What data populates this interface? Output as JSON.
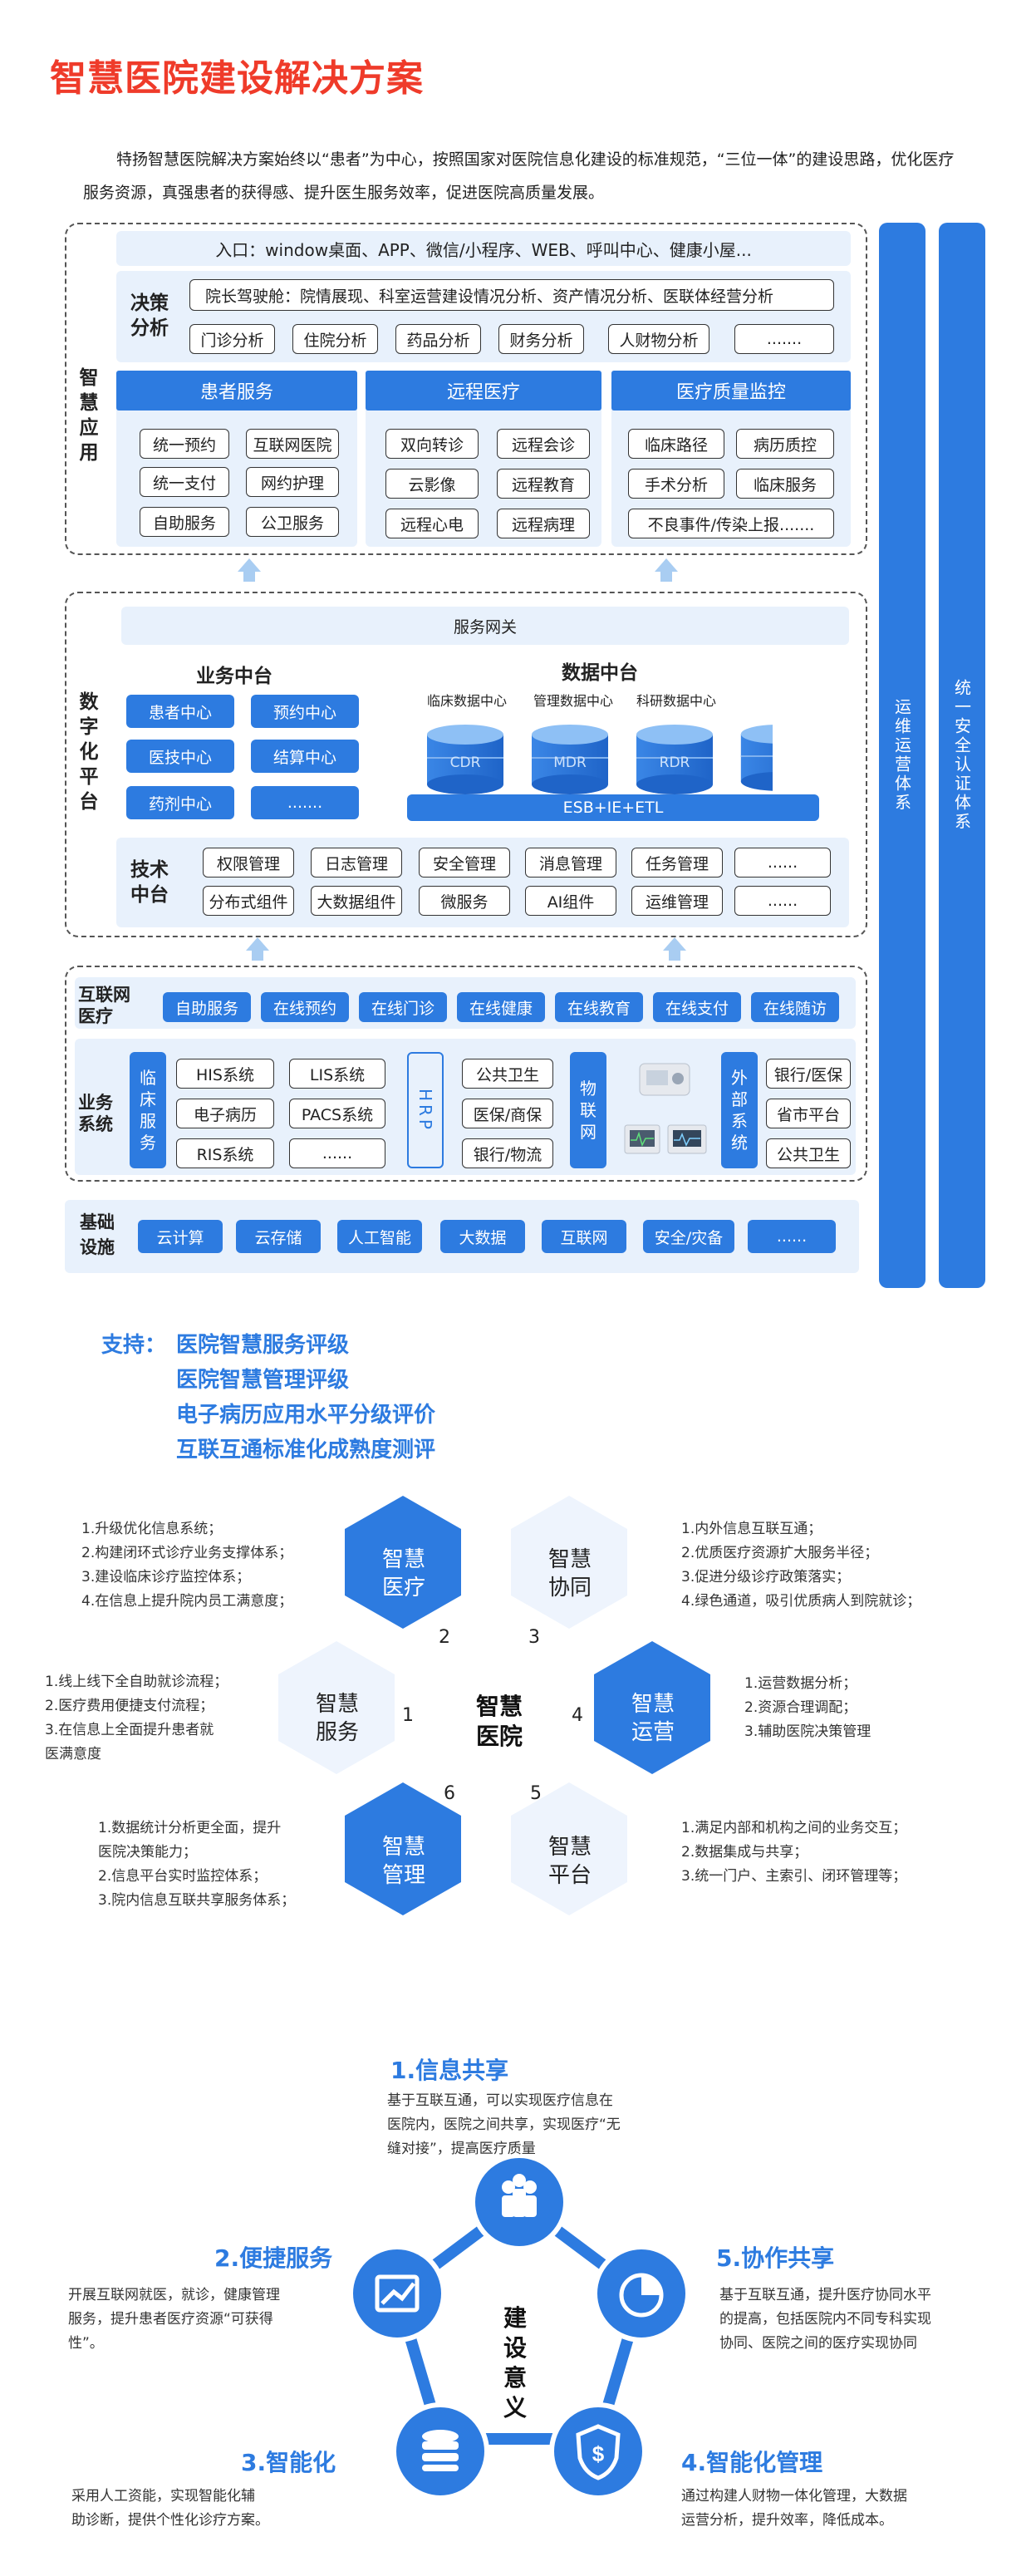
{
  "title": "智慧医院建设解决方案",
  "intro": "特扬智慧医院解决方案始终以“患者”为中心，按照国家对医院信息化建设的标准规范，“三位一体”的建设思路，优化医疗服务资源，真强患者的获得感、提升医生服务效率，促进医院高质量发展。",
  "smart_app": {
    "label": "智慧应用",
    "entry": "入口：window桌面、APP、微信/小程序、WEB、呼叫中心、健康小屋...",
    "decision_label": "决策分析",
    "cockpit": "院长驾驶舱：院情展现、科室运营建设情况分析、资产情况分析、医联体经营分析",
    "decision_items": [
      "门诊分析",
      "住院分析",
      "药品分析",
      "财务分析",
      "人财物分析",
      "......."
    ],
    "columns": [
      {
        "head": "患者服务",
        "items": [
          "统一预约",
          "互联网医院",
          "统一支付",
          "网约护理",
          "自助服务",
          "公卫服务"
        ]
      },
      {
        "head": "远程医疗",
        "items": [
          "双向转诊",
          "远程会诊",
          "云影像",
          "远程教育",
          "远程心电",
          "远程病理"
        ]
      },
      {
        "head": "医疗质量监控",
        "items": [
          "临床路径",
          "病历质控",
          "手术分析",
          "临床服务",
          "不良事件/传染上报......."
        ]
      }
    ]
  },
  "digital_platform": {
    "label": "数字化平台",
    "gateway": "服务网关",
    "business_title": "业务中台",
    "business_items": [
      "患者中心",
      "预约中心",
      "医技中心",
      "结算中心",
      "药剂中心",
      "......."
    ],
    "data_title": "数据中台",
    "data_centers": [
      {
        "label": "临床数据中心",
        "code": "CDR"
      },
      {
        "label": "管理数据中心",
        "code": "MDR"
      },
      {
        "label": "科研数据中心",
        "code": "RDR"
      },
      {
        "label": "",
        "code": ""
      }
    ],
    "esb": "ESB+IE+ETL",
    "tech_label": "技术中台",
    "tech_items": [
      "权限管理",
      "日志管理",
      "安全管理",
      "消息管理",
      "任务管理",
      "......",
      "分布式组件",
      "大数据组件",
      "微服务",
      "AI组件",
      "运维管理",
      "......"
    ]
  },
  "business": {
    "internet_label": "互联网医疗",
    "internet_items": [
      "自助服务",
      "在线预约",
      "在线门诊",
      "在线健康",
      "在线教育",
      "在线支付",
      "在线随访"
    ],
    "system_label": "业务系统",
    "clinical_label": "临床服务",
    "clinical_items": [
      "HIS系统",
      "LIS系统",
      "电子病历",
      "PACS系统",
      "RIS系统",
      "......"
    ],
    "hrp_label": "HRP",
    "hrp_items": [
      "公共卫生",
      "医保/商保",
      "银行/物流"
    ],
    "iot_label": "物联网",
    "external_label": "外部系统",
    "external_items": [
      "银行/医保",
      "省市平台",
      "公共卫生"
    ]
  },
  "infra": {
    "label": "基础设施",
    "items": [
      "云计算",
      "云存储",
      "人工智能",
      "大数据",
      "互联网",
      "安全/灾备",
      "......"
    ]
  },
  "side_bars": [
    "运维运营体系",
    "统一安全认证体系"
  ],
  "support_prefix": "支持：",
  "support_items": [
    "医院智慧服务评级",
    "医院智慧管理评级",
    "电子病历应用水平分级评价",
    "互联互通标准化成熟度测评"
  ],
  "hex": {
    "center": "智慧医院",
    "cells": [
      {
        "name": "智慧医疗",
        "num": "2"
      },
      {
        "name": "智慧协同",
        "num": "3"
      },
      {
        "name": "智慧服务",
        "num": "1"
      },
      {
        "name": "智慧运营",
        "num": "4"
      },
      {
        "name": "智慧管理",
        "num": "6"
      },
      {
        "name": "智慧平台",
        "num": "5"
      }
    ],
    "texts": {
      "medical": [
        "1.升级优化信息系统；",
        "2.构建闭环式诊疗业务支撑体系；",
        "3.建设临床诊疗监控体系；",
        "4.在信息上提升院内员工满意度；"
      ],
      "collab": [
        "1.内外信息互联互通；",
        "2.优质医疗资源扩大服务半径；",
        "3.促进分级诊疗政策落实；",
        "4.绿色通道，吸引优质病人到院就诊；"
      ],
      "service": [
        "1.线上线下全自助就诊流程；",
        "2.医疗费用便捷支付流程；",
        "3.在信息上全面提升患者就",
        "医满意度"
      ],
      "ops": [
        "1.运营数据分析；",
        "2.资源合理调配；",
        "3.辅助医院决策管理"
      ],
      "mgmt": [
        "1.数据统计分析更全面，提升",
        "医院决策能力；",
        "2.信息平台实时监控体系；",
        "3.院内信息互联共享服务体系；"
      ],
      "platform": [
        "1.满足内部和机构之间的业务交互；",
        "2.数据集成与共享；",
        "3.统一门户、主索引、闭环管理等；"
      ]
    }
  },
  "significance": {
    "center": "建设意义",
    "items": [
      {
        "title": "1.信息共享",
        "lines": [
          "基于互联互通，可以实现医疗信息在",
          "医院内，医院之间共享，实现医疗“无",
          "缝对接”，提高医疗质量"
        ]
      },
      {
        "title": "2.便捷服务",
        "lines": [
          "开展互联网就医，就诊，健康管理",
          "服务，提升患者医疗资源“可获得",
          "性”。"
        ]
      },
      {
        "title": "5.协作共享",
        "lines": [
          "基于互联互通，提升医疗协同水平",
          "的提高，包括医院内不同专科实现",
          "协同、医院之间的医疗实现协同"
        ]
      },
      {
        "title": "3.智能化",
        "lines": [
          "采用人工资能，实现智能化辅",
          "助诊断，提供个性化诊疗方案。"
        ]
      },
      {
        "title": "4.智能化管理",
        "lines": [
          "通过构建人财物一体化管理，大数据",
          "运营分析，提升效率，降低成本。"
        ]
      }
    ]
  },
  "colors": {
    "accent": "#2d7be0",
    "title": "#ef3b2a",
    "light": "#e8f1fc"
  }
}
